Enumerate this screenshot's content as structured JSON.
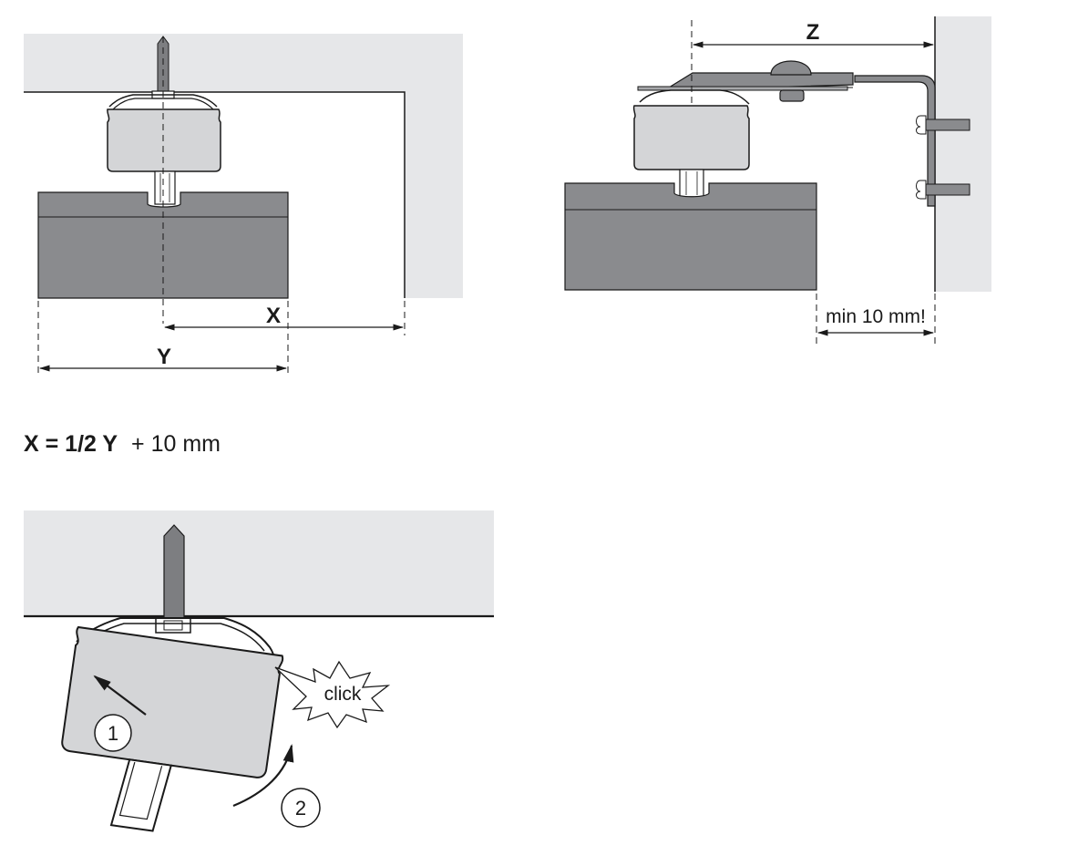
{
  "dimensions": {
    "x_label": "X",
    "y_label": "Y",
    "z_label": "Z",
    "min_clearance": "min 10 mm!"
  },
  "formula": {
    "lhs": "X = 1/2 Y",
    "rhs": "+ 10 mm"
  },
  "steps": {
    "step1": "1",
    "step2": "2",
    "click": "click"
  },
  "colors": {
    "ceiling": "#e6e7e9",
    "cabinet": "#8a8b8e",
    "housing": "#d4d5d7",
    "bolt": "#7d7e81",
    "line": "#1a1a1a"
  }
}
